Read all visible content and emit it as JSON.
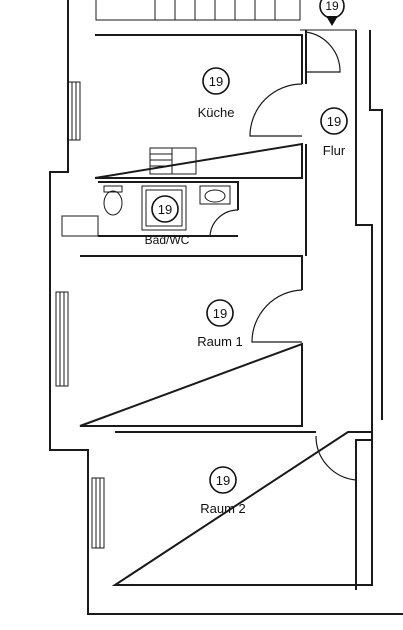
{
  "rooms": [
    {
      "id": "kueche",
      "name": "Küche",
      "number": "19"
    },
    {
      "id": "flur",
      "name": "Flur",
      "number": "19"
    },
    {
      "id": "bad",
      "name": "Bad/WC",
      "number": "19"
    },
    {
      "id": "raum1",
      "name": "Raum 1",
      "number": "19"
    },
    {
      "id": "raum2",
      "name": "Raum 2",
      "number": "19"
    }
  ],
  "entrance": {
    "number": "19"
  }
}
